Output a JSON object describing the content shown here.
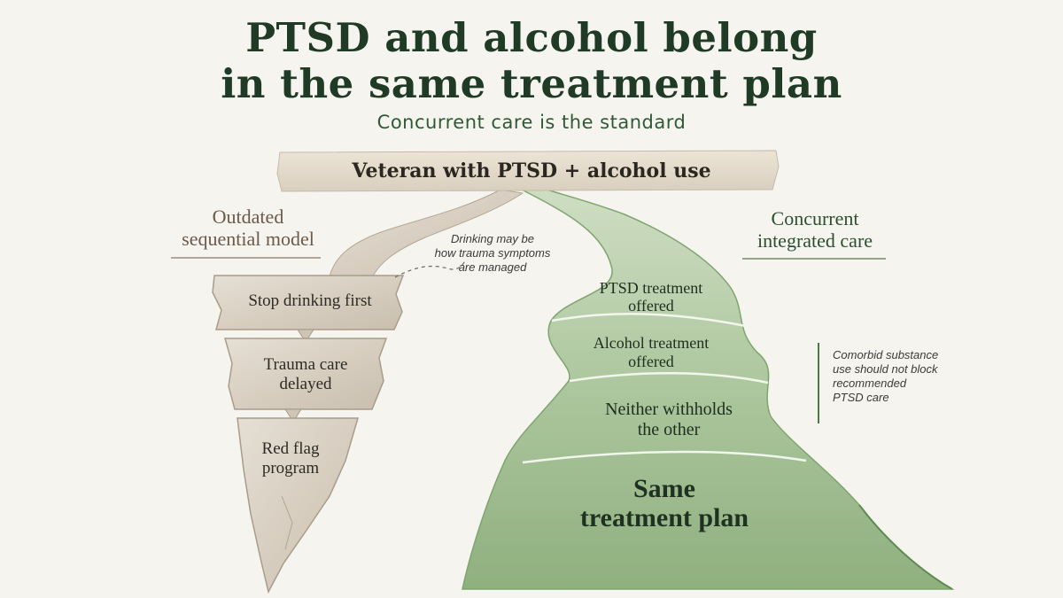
{
  "title": {
    "line1": "PTSD and alcohol belong",
    "line2": "in the same treatment plan"
  },
  "subtitle": "Concurrent care is the standard",
  "banner": "Veteran with PTSD + alcohol use",
  "left_path": {
    "heading_line1": "Outdated",
    "heading_line2": "sequential model",
    "steps": [
      {
        "line1": "Stop drinking first",
        "line2": ""
      },
      {
        "line1": "Trauma care",
        "line2": "delayed"
      },
      {
        "line1": "Red flag",
        "line2": "program"
      }
    ]
  },
  "right_path": {
    "heading_line1": "Concurrent",
    "heading_line2": "integrated care",
    "steps": [
      {
        "line1": "PTSD treatment",
        "line2": "offered"
      },
      {
        "line1": "Alcohol treatment",
        "line2": "offered"
      },
      {
        "line1": "Neither withholds",
        "line2": "the other"
      },
      {
        "line1": "Same",
        "line2": "treatment plan"
      }
    ]
  },
  "annotations": {
    "center_note": [
      "Drinking may be",
      "how trauma symptoms",
      "are managed"
    ],
    "side_note": [
      "Comorbid substance",
      "use should not block",
      "recommended",
      "PTSD care"
    ]
  },
  "colors": {
    "title": "#1f3a25",
    "subtitle": "#2f5a35",
    "green_fill": "#a9c49a",
    "green_dark": "#7fa56f",
    "stone_fill": "#ddd5c8",
    "stone_dark": "#bfb4a3",
    "left_heading": "#6b5a49",
    "right_heading": "#2c4f2f"
  }
}
